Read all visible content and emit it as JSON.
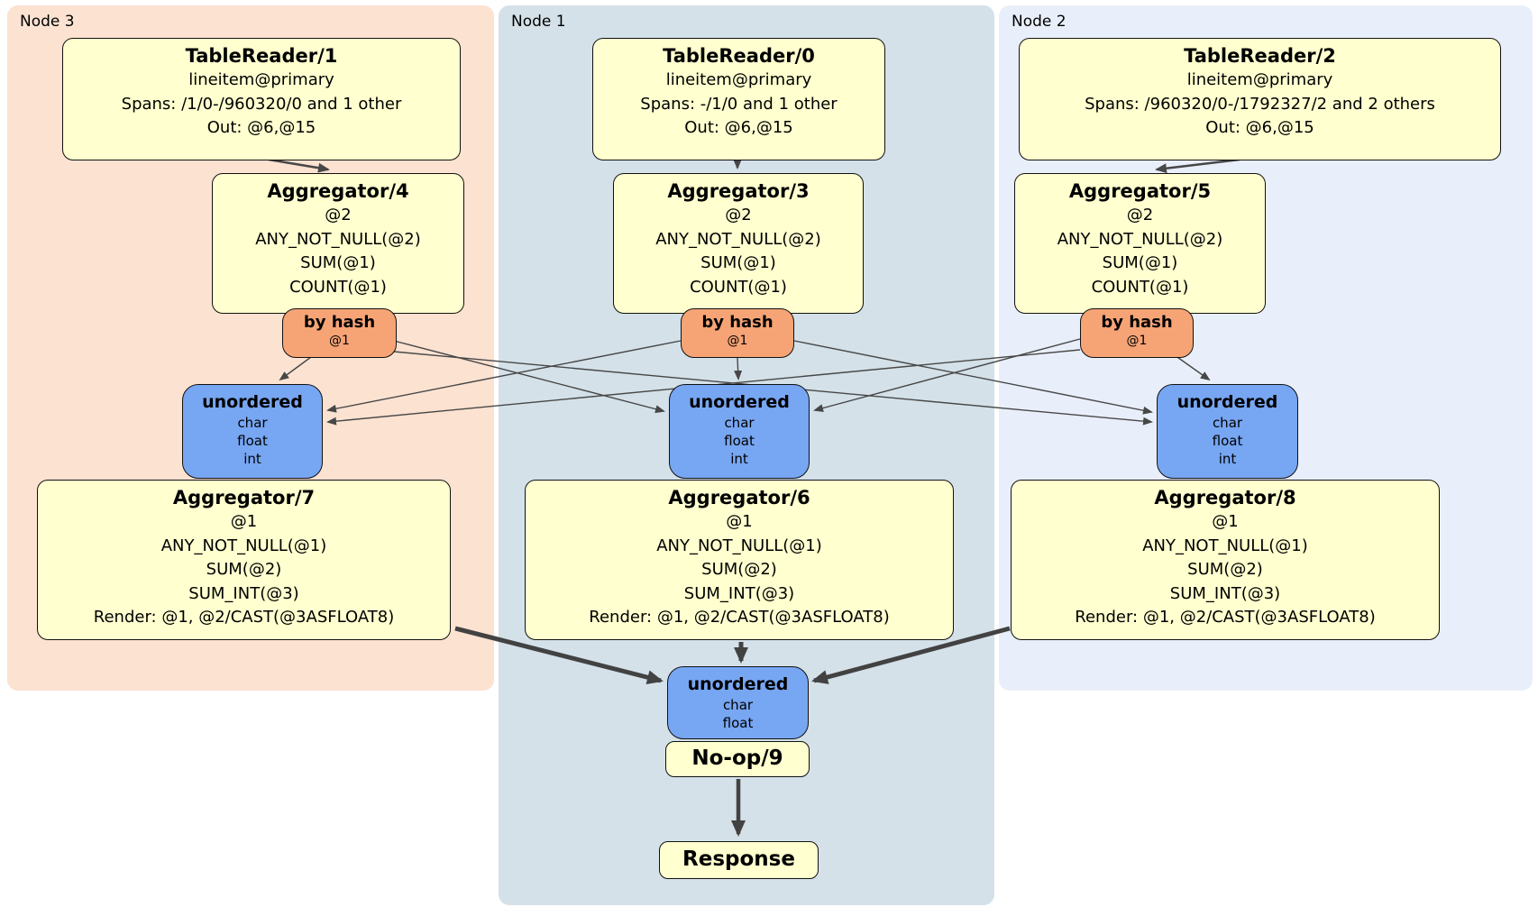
{
  "colors": {
    "node3_bg": "#fbe2d1",
    "node1_bg": "#d4e1e9",
    "node2_bg": "#e9effa",
    "processor_fill": "#ffffcf",
    "router_fill": "#f6a476",
    "sync_fill": "#77a6f2",
    "edge": "#474747",
    "border": "#111111"
  },
  "nodes": [
    {
      "label": "Node 3",
      "table_reader": {
        "title": "TableReader/1",
        "lines": [
          "lineitem@primary",
          "Spans: /1/0-/960320/0 and 1 other",
          "Out: @6,@15"
        ]
      },
      "agg_top": {
        "title": "Aggregator/4",
        "lines": [
          "@2",
          "ANY_NOT_NULL(@2)",
          "SUM(@1)",
          "COUNT(@1)"
        ]
      },
      "router": {
        "title": "by hash",
        "sub": "@1"
      },
      "sync": {
        "title": "unordered",
        "lines": [
          "char",
          "float",
          "int"
        ]
      },
      "agg_bottom": {
        "title": "Aggregator/7",
        "lines": [
          "@1",
          "ANY_NOT_NULL(@1)",
          "SUM(@2)",
          "SUM_INT(@3)",
          "Render: @1, @2/CAST(@3ASFLOAT8)"
        ]
      }
    },
    {
      "label": "Node 1",
      "table_reader": {
        "title": "TableReader/0",
        "lines": [
          "lineitem@primary",
          "Spans: -/1/0 and 1 other",
          "Out: @6,@15"
        ]
      },
      "agg_top": {
        "title": "Aggregator/3",
        "lines": [
          "@2",
          "ANY_NOT_NULL(@2)",
          "SUM(@1)",
          "COUNT(@1)"
        ]
      },
      "router": {
        "title": "by hash",
        "sub": "@1"
      },
      "sync": {
        "title": "unordered",
        "lines": [
          "char",
          "float",
          "int"
        ]
      },
      "agg_bottom": {
        "title": "Aggregator/6",
        "lines": [
          "@1",
          "ANY_NOT_NULL(@1)",
          "SUM(@2)",
          "SUM_INT(@3)",
          "Render: @1, @2/CAST(@3ASFLOAT8)"
        ]
      }
    },
    {
      "label": "Node 2",
      "table_reader": {
        "title": "TableReader/2",
        "lines": [
          "lineitem@primary",
          "Spans: /960320/0-/1792327/2 and 2 others",
          "Out: @6,@15"
        ]
      },
      "agg_top": {
        "title": "Aggregator/5",
        "lines": [
          "@2",
          "ANY_NOT_NULL(@2)",
          "SUM(@1)",
          "COUNT(@1)"
        ]
      },
      "router": {
        "title": "by hash",
        "sub": "@1"
      },
      "sync": {
        "title": "unordered",
        "lines": [
          "char",
          "float",
          "int"
        ]
      },
      "agg_bottom": {
        "title": "Aggregator/8",
        "lines": [
          "@1",
          "ANY_NOT_NULL(@1)",
          "SUM(@2)",
          "SUM_INT(@3)",
          "Render: @1, @2/CAST(@3ASFLOAT8)"
        ]
      }
    }
  ],
  "final": {
    "sync": {
      "title": "unordered",
      "lines": [
        "char",
        "float"
      ]
    },
    "noop": {
      "title": "No-op/9"
    },
    "response": {
      "title": "Response"
    }
  }
}
